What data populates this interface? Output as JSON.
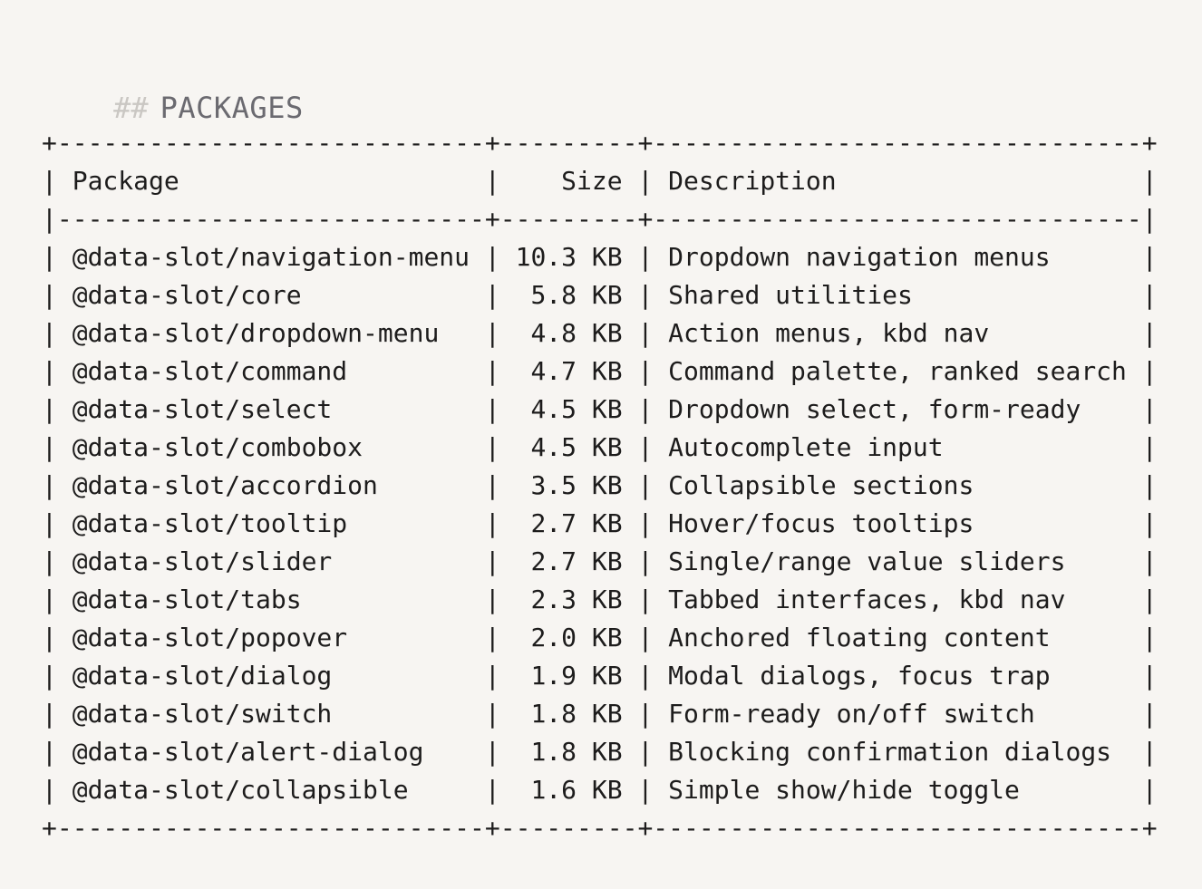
{
  "theme": {
    "background": "#f7f5f2",
    "heading_hash": "#cac7c3",
    "heading_title": "#6b6a70",
    "text": "#1d1c1c"
  },
  "heading": {
    "hashes": "##",
    "title": "PACKAGES"
  },
  "table": {
    "border_glyphs": {
      "corner": "+",
      "horizontal": "-",
      "vertical": "|"
    },
    "columns": [
      {
        "key": "package",
        "label": "Package",
        "width": 28,
        "align": "left"
      },
      {
        "key": "size",
        "label": "Size",
        "width": 9,
        "align": "right"
      },
      {
        "key": "description",
        "label": "Description",
        "width": 32,
        "align": "left"
      }
    ],
    "rows": [
      {
        "package": "@data-slot/navigation-menu",
        "size": "10.3 KB",
        "description": "Dropdown navigation menus"
      },
      {
        "package": "@data-slot/core",
        "size": "5.8 KB",
        "description": "Shared utilities"
      },
      {
        "package": "@data-slot/dropdown-menu",
        "size": "4.8 KB",
        "description": "Action menus, kbd nav"
      },
      {
        "package": "@data-slot/command",
        "size": "4.7 KB",
        "description": "Command palette, ranked search"
      },
      {
        "package": "@data-slot/select",
        "size": "4.5 KB",
        "description": "Dropdown select, form-ready"
      },
      {
        "package": "@data-slot/combobox",
        "size": "4.5 KB",
        "description": "Autocomplete input"
      },
      {
        "package": "@data-slot/accordion",
        "size": "3.5 KB",
        "description": "Collapsible sections"
      },
      {
        "package": "@data-slot/tooltip",
        "size": "2.7 KB",
        "description": "Hover/focus tooltips"
      },
      {
        "package": "@data-slot/slider",
        "size": "2.7 KB",
        "description": "Single/range value sliders"
      },
      {
        "package": "@data-slot/tabs",
        "size": "2.3 KB",
        "description": "Tabbed interfaces, kbd nav"
      },
      {
        "package": "@data-slot/popover",
        "size": "2.0 KB",
        "description": "Anchored floating content"
      },
      {
        "package": "@data-slot/dialog",
        "size": "1.9 KB",
        "description": "Modal dialogs, focus trap"
      },
      {
        "package": "@data-slot/switch",
        "size": "1.8 KB",
        "description": "Form-ready on/off switch"
      },
      {
        "package": "@data-slot/alert-dialog",
        "size": "1.8 KB",
        "description": "Blocking confirmation dialogs"
      },
      {
        "package": "@data-slot/collapsible",
        "size": "1.6 KB",
        "description": "Simple show/hide toggle"
      }
    ]
  }
}
